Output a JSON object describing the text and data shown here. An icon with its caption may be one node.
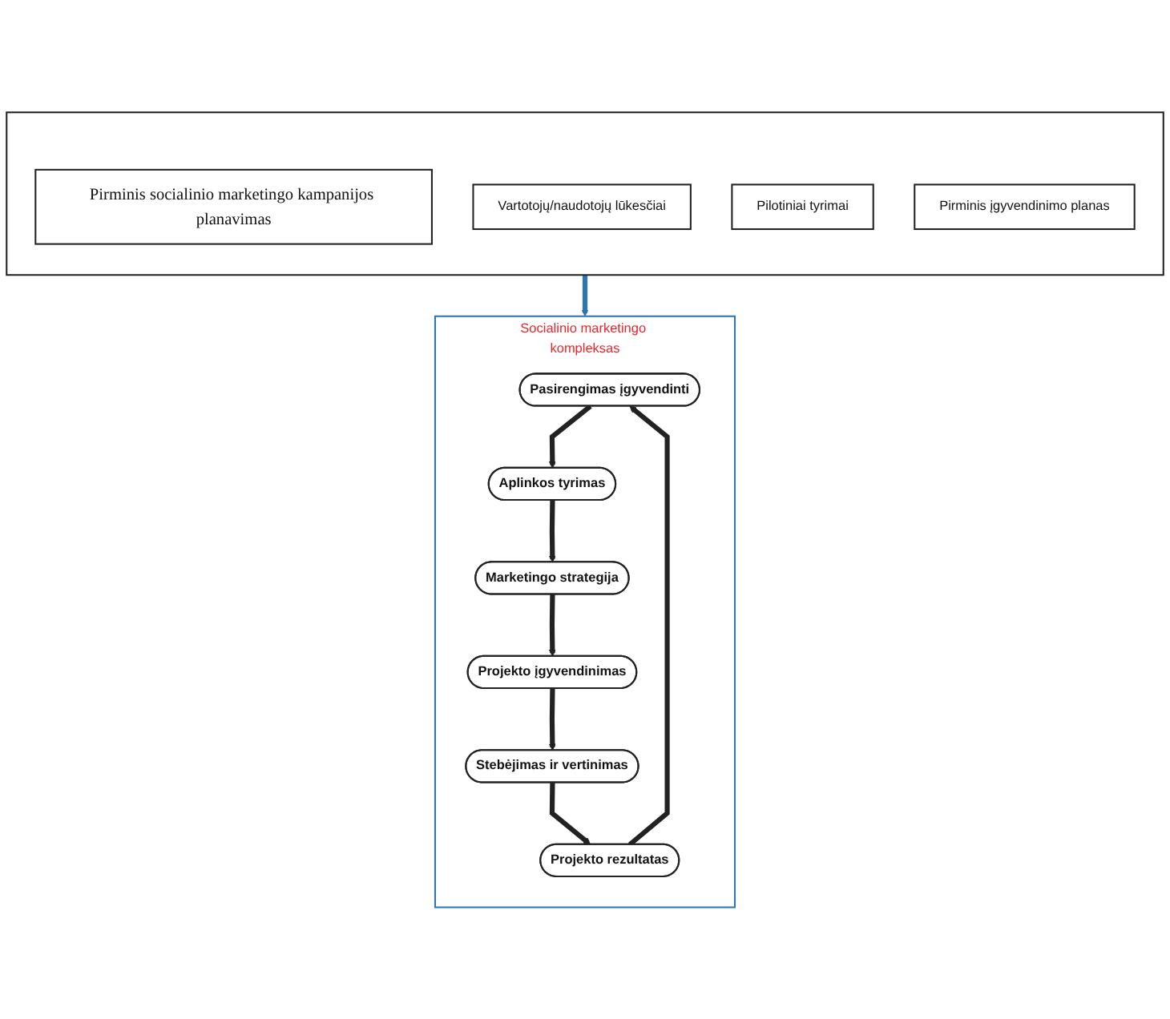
{
  "diagram": {
    "nodes": [
      {
        "text": [],
        "shape": "box"
      },
      {
        "text": [
          "Pirminis socialinio marketingo kampanijos planavimas"
        ],
        "in": 0
      },
      {
        "text": [
          "Vartotojų/naudotojų lūkesčiai"
        ],
        "in": 0
      },
      {
        "text": [
          "Pilotiniai tyrimai"
        ],
        "in": 0
      },
      {
        "text": [
          "Pirminis įgyvendinimo planas"
        ],
        "in": 0
      },
      {
        "text": [
          "Socialinio marketingo kompleksas"
        ]
      },
      {
        "text": [
          "Pasirengimas įgyvendinti"
        ],
        "in": 5
      },
      {
        "text": [
          "Projekto rezultatas"
        ],
        "in": 5
      },
      {
        "text": [
          "Aplinkos tyrimas"
        ],
        "in": 5
      },
      {
        "text": [
          "Stebėjimas ir vertinimas"
        ],
        "in": 5
      },
      {
        "text": [
          "Marketingo strategija"
        ],
        "in": 5
      },
      {
        "text": [
          "Projekto įgyvendinimas"
        ],
        "in": 5
      }
    ],
    "edges": [
      {
        "from": 0,
        "to": 5,
        "arrow": "to",
        "color": "#2e75b6"
      },
      {
        "from": 7,
        "to": 6,
        "arrow": "to"
      },
      {
        "from": 6,
        "to": 8,
        "arrow": "to"
      },
      {
        "from": 8,
        "to": 10,
        "arrow": "to"
      },
      {
        "from": 10,
        "to": 11,
        "arrow": "to"
      },
      {
        "from": 11,
        "to": 9,
        "arrow": "to"
      },
      {
        "from": 9,
        "to": 7,
        "arrow": "to"
      }
    ]
  }
}
